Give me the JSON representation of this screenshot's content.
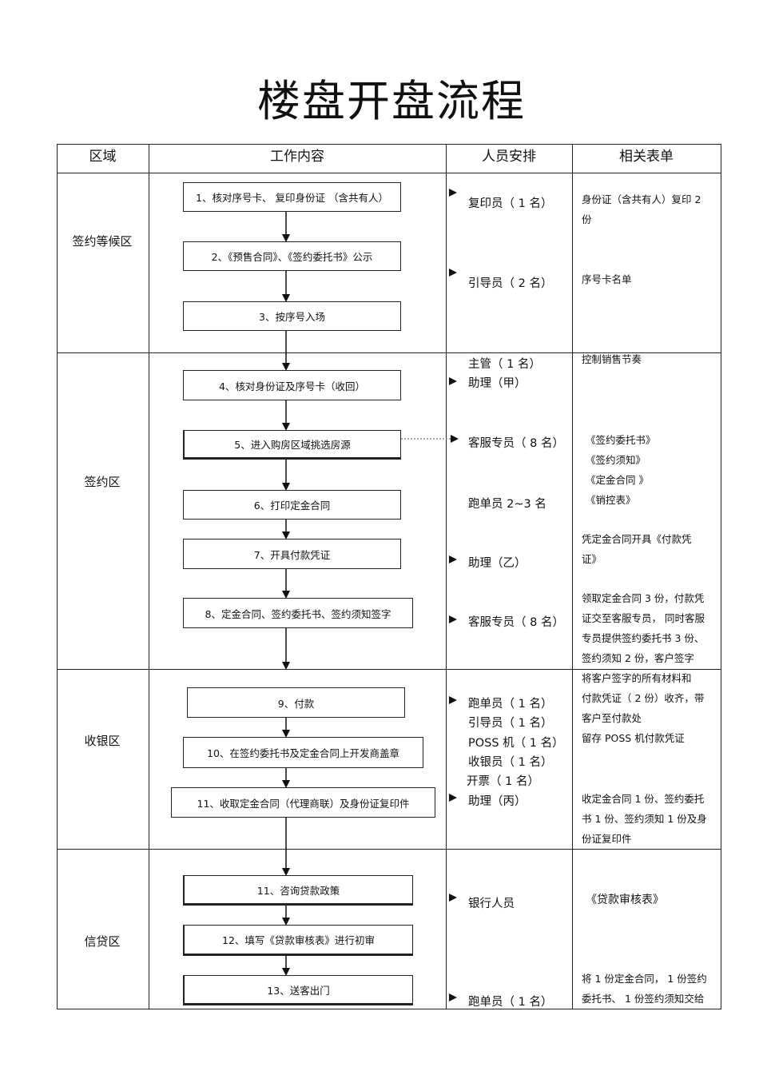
{
  "title": "楼盘开盘流程",
  "headers": {
    "zone": "区域",
    "work": "工作内容",
    "staff": "人员安排",
    "docs": "相关表单"
  },
  "zones": {
    "waiting": "签约等候区",
    "signing": "签约区",
    "cashier": "收银区",
    "credit": "信贷区"
  },
  "steps": [
    "1、核对序号卡、  复印身份证  （含共有人）",
    "2、《预售合同》、《签约委托书》公示",
    "3、按序号入场",
    "4、核对身份证及序号卡（收回）",
    "5、进入购房区域挑选房源",
    "6、打印定金合同",
    "7、开具付款凭证",
    "8、定金合同、签约委托书、签约须知签字",
    "9、付款",
    "10、在签约委托书及定金合同上开发商盖章",
    "11、收取定金合同（代理商联）及身份证复印件",
    "11、咨询贷款政策",
    "12、填写《贷款审核表》进行初审",
    "13、送客出门"
  ],
  "staff": [
    "复印员（ 1 名）",
    "引导员（ 2 名）",
    "主管（ 1 名）",
    "助理（甲）",
    "客服专员（  8 名）",
    "跑单员  2~3 名",
    "助理（乙）",
    "客服专员（  8 名）",
    "跑单员（ 1 名）",
    "引导员（ 1 名）",
    "POSS 机（ 1 名）",
    "收银员（ 1 名）",
    "开票（ 1 名）",
    "助理（丙）",
    "银行人员",
    "跑单员（ 1 名）"
  ],
  "docs": {
    "d1": [
      "身份证（含共有人）复印    2",
      "份"
    ],
    "d2": [
      "序号卡名单"
    ],
    "d3": [
      "控制销售节奏"
    ],
    "d4": [
      "《签约委托书》",
      "《签约须知》",
      "《定金合同  》",
      "《销控表》"
    ],
    "d5": [
      "凭定金合同开具《付款凭",
      "证》"
    ],
    "d6": [
      "领取定金合同   3 份，付款凭",
      "证交至客服专员，    同时客服",
      "专员提供签约委托书    3 份、",
      "签约须知  2 份，客户签字"
    ],
    "d7": [
      "将客户签字的所有材料和",
      "付款凭证（  2 份）收齐，带",
      "客户至付款处",
      "留存  POSS 机付款凭证"
    ],
    "d8": [
      "收定金合同   1 份、签约委托",
      "书 1 份、签约须知   1 份及身",
      "份证复印件"
    ],
    "d9": [
      "《贷款审核表》"
    ],
    "d10": [
      "将 1 份定金合同，   1 份签约",
      "委托书、  1 份签约须知交给"
    ]
  }
}
